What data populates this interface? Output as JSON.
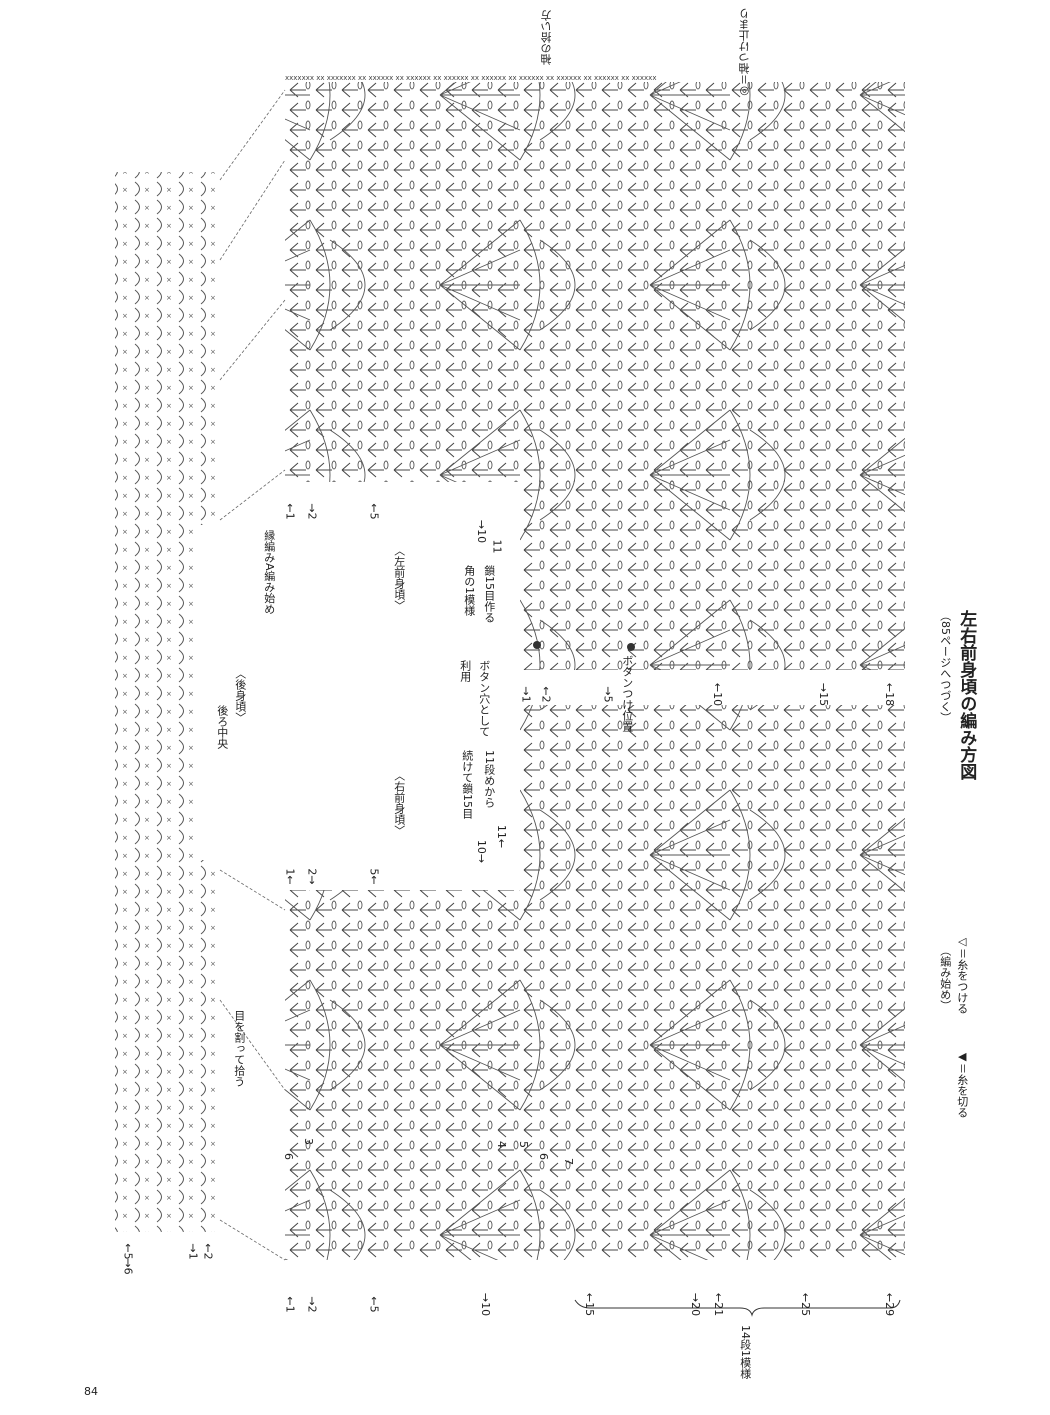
{
  "title": "左右前身頃の編み方図",
  "subtitle": "（85ページへつづく）",
  "legend": {
    "attach": "◁＝糸をつける",
    "attach_note": "（編み始め）",
    "cut": "◀＝糸を切る"
  },
  "labels": {
    "sleeve_stop": "◎＝袖つけ止まり",
    "sleeve_pickup": "袖の拾い方",
    "left_front": "〈左前身頃〉",
    "right_front": "〈右前身頃〉",
    "back": "〈後身頃〉",
    "back_center": "後ろ中央",
    "edging_start": "縁編みA編み始め",
    "chain15": "鎖15目作る",
    "corner_motif": "角の1模様",
    "buttonhole": "ボタン穴として",
    "use": "利用",
    "from_row11": "11段めから",
    "cont_chain15": "続けて鎖15目",
    "button_pos": "ボタンつけ位置",
    "split_pick": "目を割って拾う",
    "repeat": "14段1模様"
  },
  "row_numbers": {
    "bottom": [
      "←1",
      "→2",
      "←5",
      "→10",
      "←15",
      "→20",
      "←21",
      "←25",
      "←29"
    ],
    "left_front_top": [
      "←1",
      "→2",
      "←5",
      "→10",
      "11"
    ],
    "middle": [
      "→1",
      "←2",
      "→5",
      "←10",
      "→15",
      "←18"
    ],
    "right_front_top": [
      "1←",
      "2→",
      "5←",
      "10→",
      "11←"
    ],
    "border": [
      "→1",
      "←2",
      "←5",
      "→6"
    ],
    "inner_counts": [
      "3",
      "6",
      "4",
      "5",
      "6",
      "7"
    ]
  },
  "page_number": "84"
}
